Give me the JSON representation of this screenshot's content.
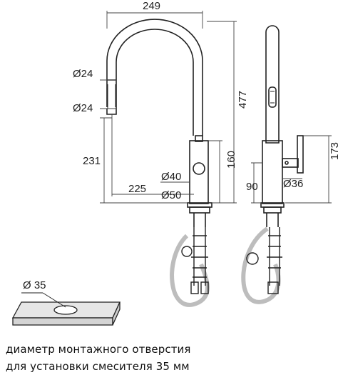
{
  "dimensions": {
    "width_249": "249",
    "height_477": "477",
    "dia_24_top": "Ø24",
    "dia_24_bottom": "Ø24",
    "height_231": "231",
    "reach_225": "225",
    "dia_40": "Ø40",
    "dia_50": "Ø50",
    "height_160": "160",
    "height_173": "173",
    "offset_90": "90",
    "dia_36": "Ø36",
    "hole_35": "Ø 35"
  },
  "caption": {
    "line1": "диаметр монтажного отверстия",
    "line2": "для установки смесителя 35 мм"
  },
  "colors": {
    "line": "#222222",
    "hose": "#bdbdbd",
    "plate": "#e6e6e6"
  }
}
